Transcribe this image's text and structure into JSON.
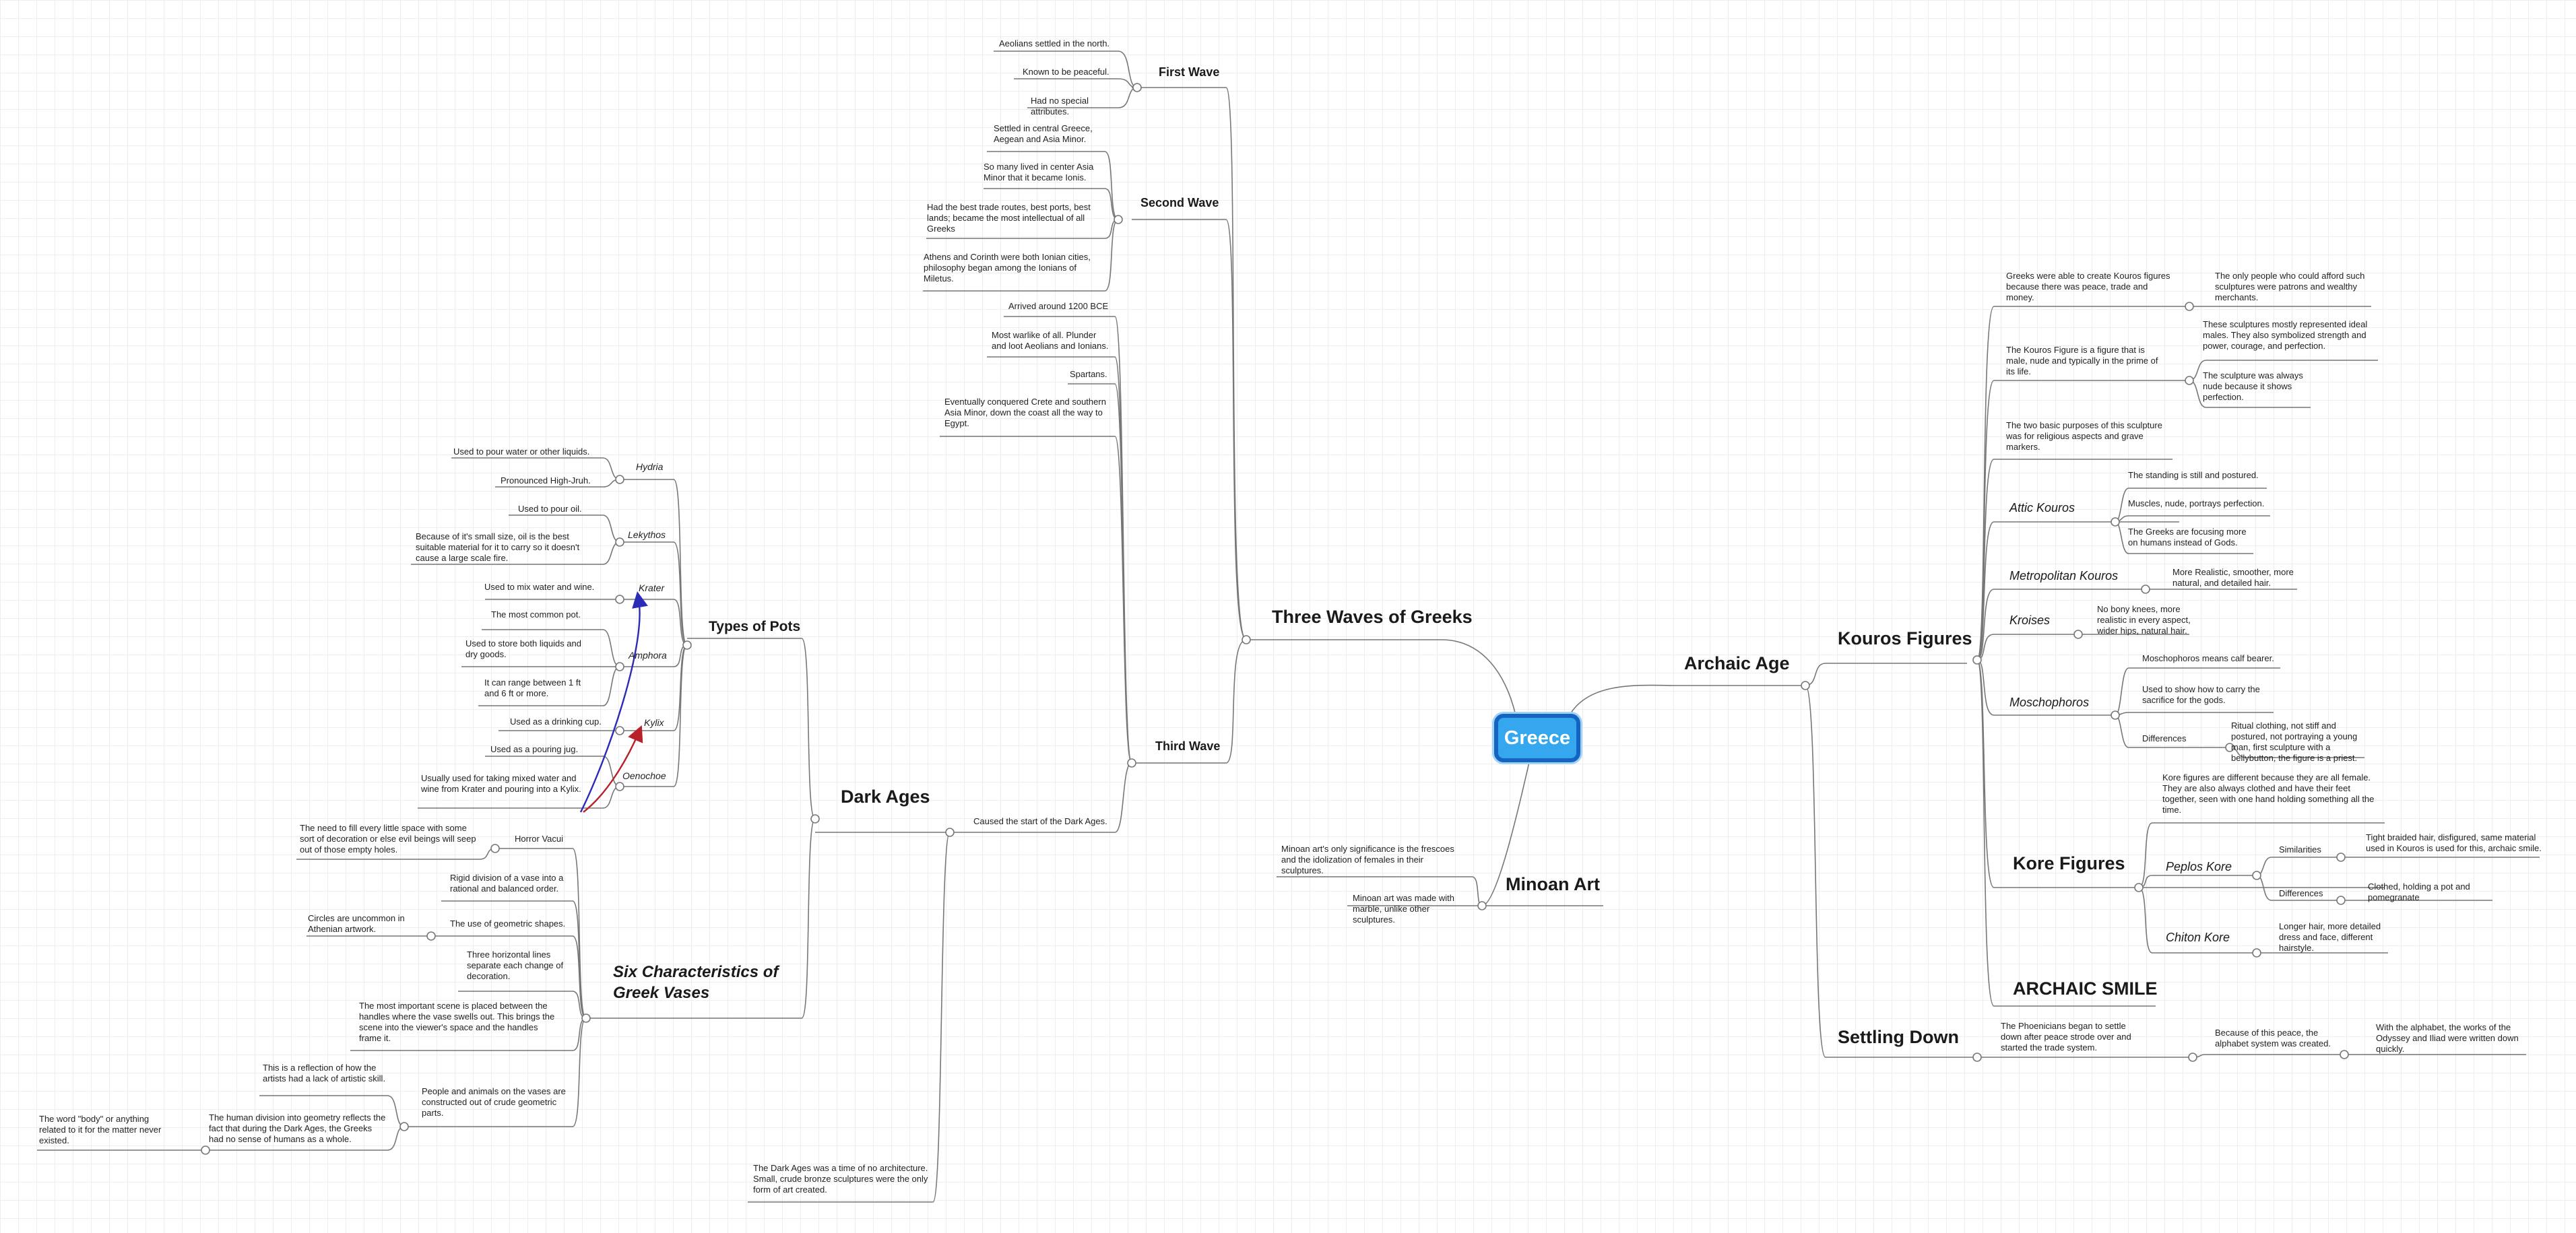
{
  "root": "Greece",
  "colors": {
    "root_fill": "#34a7ee",
    "root_border": "#1565c0",
    "line": "#777777",
    "arrow_blue": "#2b2bb8",
    "arrow_red": "#b8202a"
  },
  "three_waves": {
    "title": "Three Waves of Greeks",
    "first_wave": {
      "title": "First Wave",
      "items": [
        "Aeolians settled in the north.",
        "Known to be peaceful.",
        "Had no special attributes."
      ]
    },
    "second_wave": {
      "title": "Second Wave",
      "items": [
        "Settled in central Greece, Aegean and Asia Minor.",
        "So many lived in center Asia Minor that it became Ionis.",
        "Had the best trade routes, best ports, best lands; became the most intellectual of all Greeks",
        "Athens and Corinth were both Ionian cities, philosophy began among the Ionians of Miletus."
      ]
    },
    "third_wave": {
      "title": "Third Wave",
      "items": [
        "Arrived around 1200 BCE",
        "Most warlike of all. Plunder and loot Aeolians and Ionians.",
        "Spartans.",
        "Eventually conquered Crete and southern Asia Minor, down the coast all the way to Egypt.",
        "Caused the start of the Dark Ages."
      ]
    }
  },
  "dark_ages": {
    "title": "Dark Ages",
    "note": "The Dark Ages was a time of no architecture. Small, crude bronze sculptures were the only form of art created.",
    "types_of_pots": {
      "title": "Types of Pots",
      "hydria": {
        "name": "Hydria",
        "items": [
          "Used to pour water or other liquids.",
          "Pronounced High-Jruh."
        ]
      },
      "lekythos": {
        "name": "Lekythos",
        "items": [
          "Used to pour oil.",
          "Because of it's small size, oil is the best suitable material for it to carry so it doesn't cause a large scale fire."
        ]
      },
      "krater": {
        "name": "Krater",
        "items": [
          "Used to mix water and wine."
        ]
      },
      "amphora": {
        "name": "Amphora",
        "items": [
          "The most common pot.",
          "Used to store both liquids and dry goods.",
          "It can range between 1 ft and 6 ft or more."
        ]
      },
      "kylix": {
        "name": "Kylix",
        "items": [
          "Used as a drinking cup."
        ]
      },
      "oenochoe": {
        "name": "Oenochoe",
        "items": [
          "Used as a pouring jug.",
          "Usually used for taking mixed water and wine from Krater and pouring into a Kylix."
        ]
      }
    },
    "six_characteristics": {
      "title": "Six Characteristics of Greek Vases",
      "horror_vacui": "Horror Vacui",
      "horror_vacui_detail": "The need to fill every little space with some sort of decoration or else evil beings will seep out of those empty holes.",
      "rigid": "Rigid division of a vase into a rational and balanced order.",
      "geometric": "The use of geometric shapes.",
      "geometric_detail": "Circles are uncommon in Athenian artwork.",
      "three_lines": "Three horizontal lines separate each change of decoration.",
      "important_scene": "The most important scene is placed between the handles where the vase swells out. This brings the scene into the viewer's space and the handles frame it.",
      "people": "People and animals on the vases are constructed out of crude geometric parts.",
      "reflection": "This is a reflection of how the artists had a lack of artistic skill.",
      "human_division": "The human division into geometry reflects the fact that during the Dark Ages, the Greeks had no sense of humans as a whole.",
      "body_word": "The word \"body\" or anything related to it for the matter never existed."
    }
  },
  "minoan": {
    "title": "Minoan Art",
    "items": [
      "Minoan art's only significance is the frescoes and the idolization of females in their sculptures.",
      "Minoan art was made with marble, unlike other sculptures."
    ]
  },
  "archaic": {
    "title": "Archaic Age",
    "kouros": {
      "title": "Kouros Figures",
      "peace": "Greeks were able to create Kouros figures because there was peace, trade and money.",
      "patrons": "The only people who could afford such sculptures were patrons and wealthy merchants.",
      "male": "The Kouros Figure is a figure that is male, nude and typically in the prime of its life.",
      "ideal": "These sculptures mostly represented ideal males. They also symbolized strength and power, courage, and perfection.",
      "nude": "The sculpture was always nude because it shows perfection.",
      "purposes": "The two basic purposes of this sculpture was for religious aspects and grave markers.",
      "attic": {
        "name": "Attic Kouros",
        "items": [
          "The standing is still and postured.",
          "Muscles, nude, portrays perfection.",
          "The Greeks are focusing more on humans instead of Gods."
        ]
      },
      "metropolitan": {
        "name": "Metropolitan Kouros",
        "items": [
          "More Realistic, smoother, more natural, and detailed hair."
        ]
      },
      "kroises": {
        "name": "Kroises",
        "items": [
          "No bony knees, more realistic in every aspect, wider hips, natural hair."
        ]
      },
      "moschophoros": {
        "name": "Moschophoros",
        "items": [
          "Moschophoros means calf bearer.",
          "Used to show how to carry the sacrifice for the gods."
        ],
        "differences_label": "Differences",
        "differences": "Ritual clothing, not stiff and postured, not portraying a young man, first sculpture with a bellybutton, the figure is a priest."
      }
    },
    "kore": {
      "title": "Kore Figures",
      "intro": "Kore figures are different because they are all female. They are also always clothed and have their feet together, seen with one hand holding something all the time.",
      "peplos": {
        "name": "Peplos Kore",
        "similarities_label": "Similarities",
        "similarities": "Tight braided hair, disfigured, same material used in Kouros is used for this, archaic smile.",
        "differences_label": "Differences",
        "differences": "Clothed, holding a pot and pomegranate"
      },
      "chiton": {
        "name": "Chiton Kore",
        "items": [
          "Longer hair, more detailed dress and face, different hairstyle."
        ]
      }
    },
    "smile": "ARCHAIC SMILE",
    "settling": {
      "title": "Settling Down",
      "phoenicians": "The Phoenicians began to settle down after peace strode over and started the trade system.",
      "alphabet": "Because of this peace, the alphabet system was created.",
      "odyssey": "With the alphabet, the works of the Odyssey and Iliad were written down quickly."
    }
  }
}
